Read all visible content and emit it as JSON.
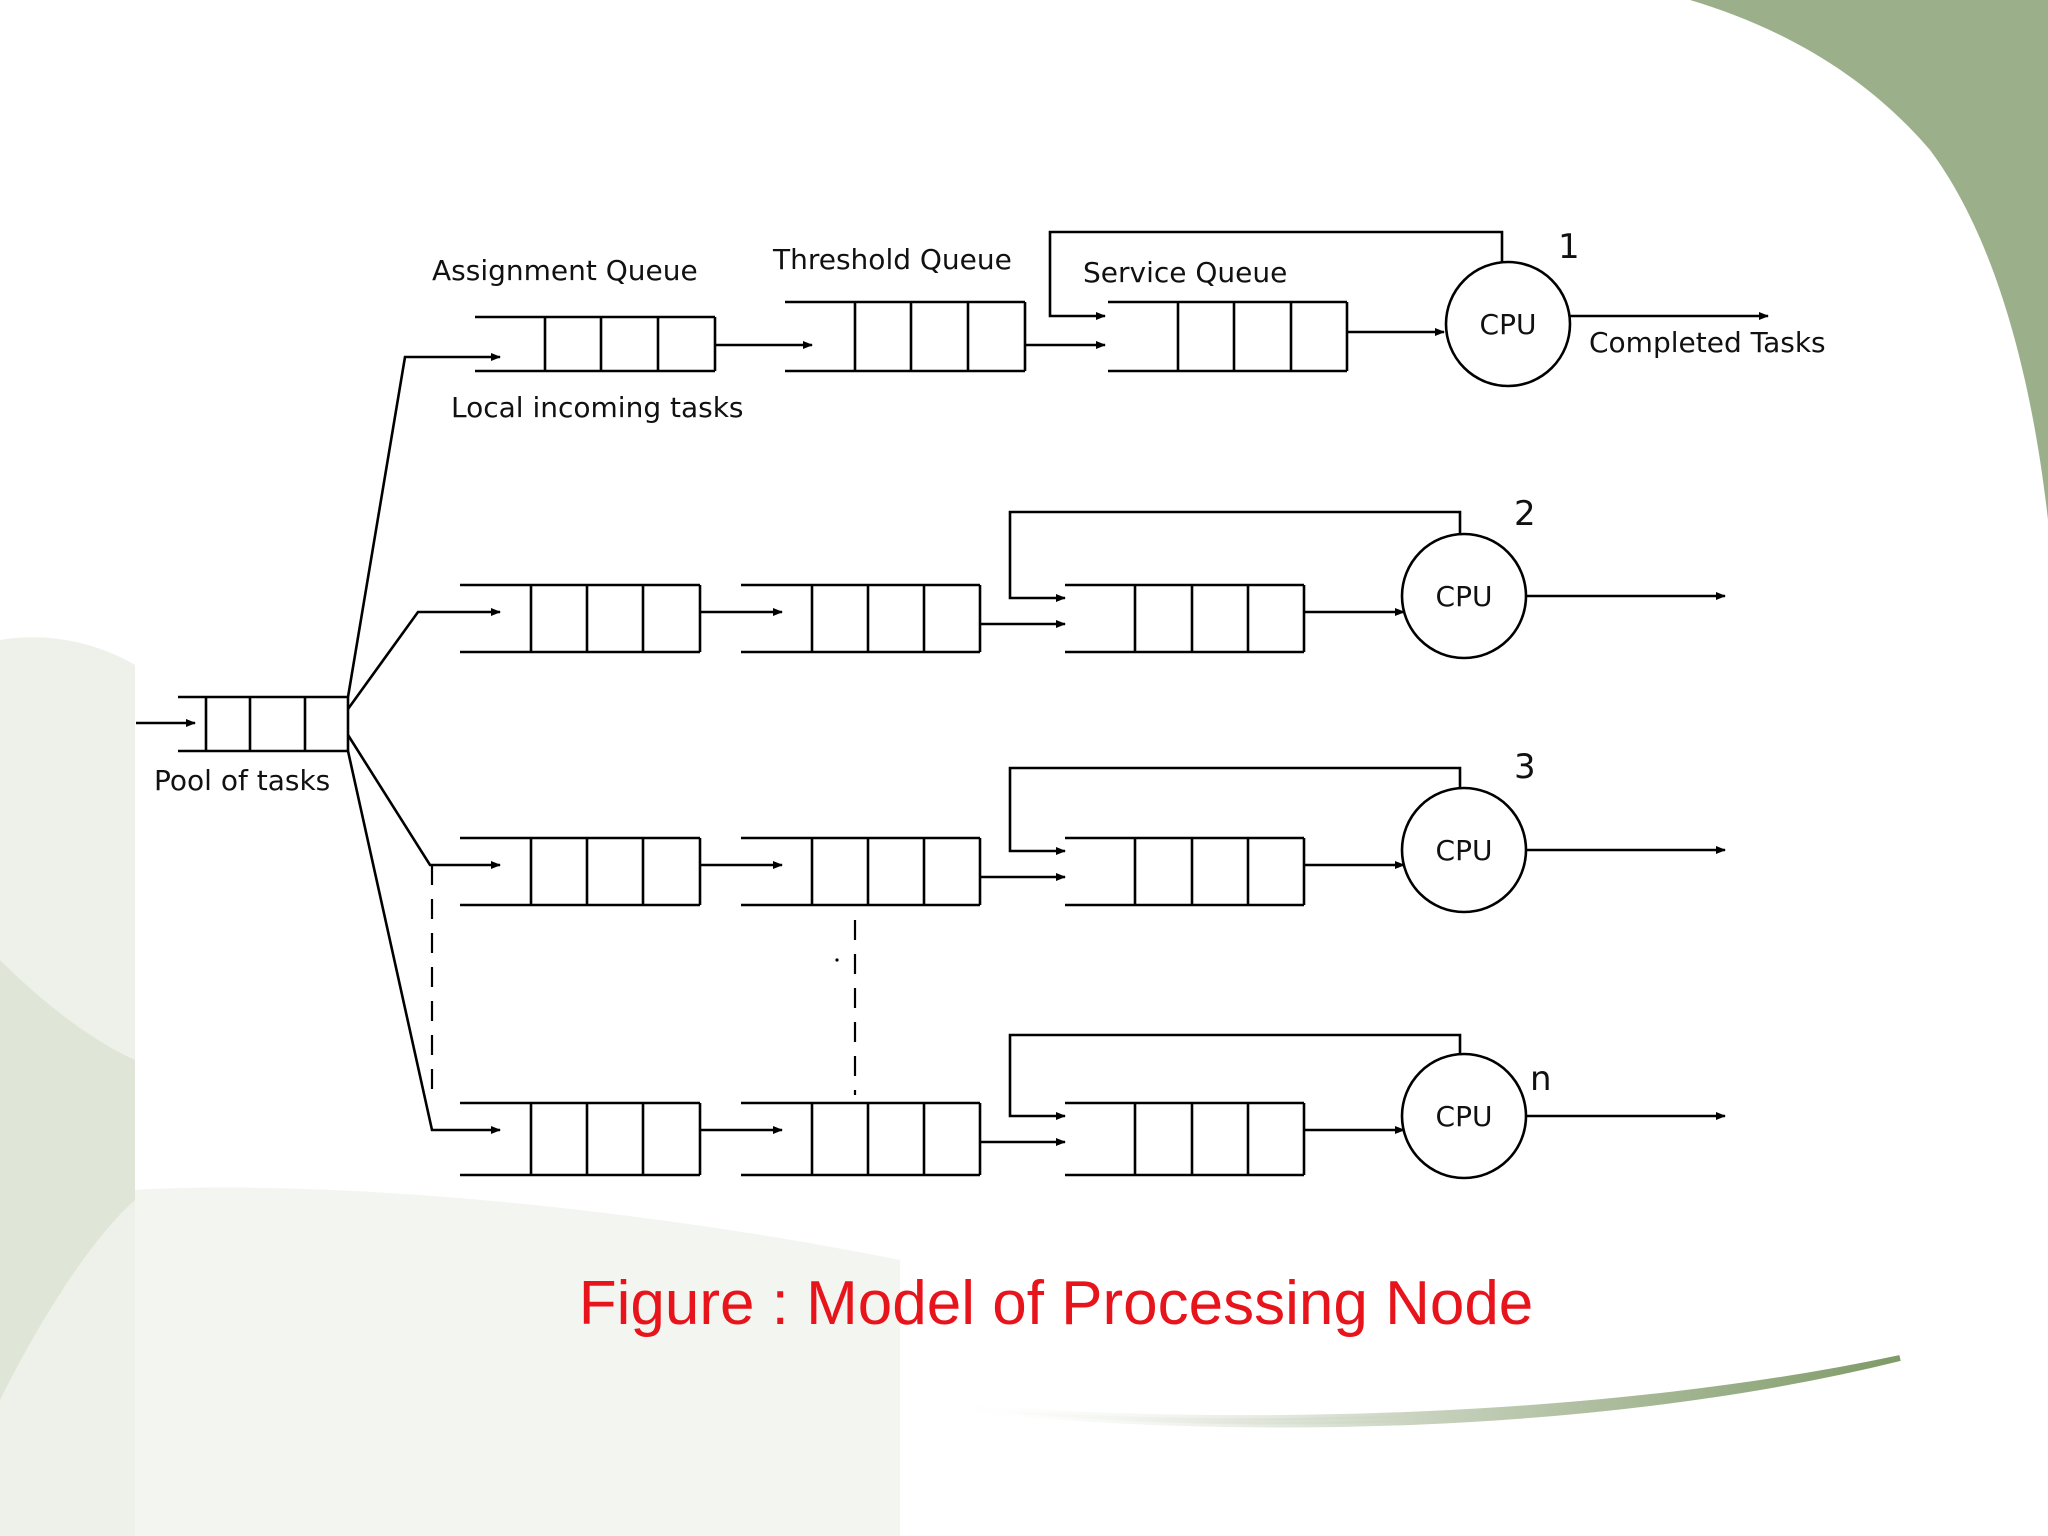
{
  "colors": {
    "caption": "#e8141b",
    "accent_green": "#9bb08a",
    "swoosh_light": "#e6eadf",
    "line": "#000000"
  },
  "labels": {
    "assignment_queue": "Assignment Queue",
    "threshold_queue": "Threshold Queue",
    "service_queue": "Service Queue",
    "local_incoming_tasks": "Local incoming tasks",
    "completed_tasks": "Completed Tasks",
    "pool_of_tasks": "Pool of tasks",
    "cpu": "CPU"
  },
  "nodes": [
    "1",
    "2",
    "3",
    "n"
  ],
  "caption": "Figure : Model of Processing Node"
}
